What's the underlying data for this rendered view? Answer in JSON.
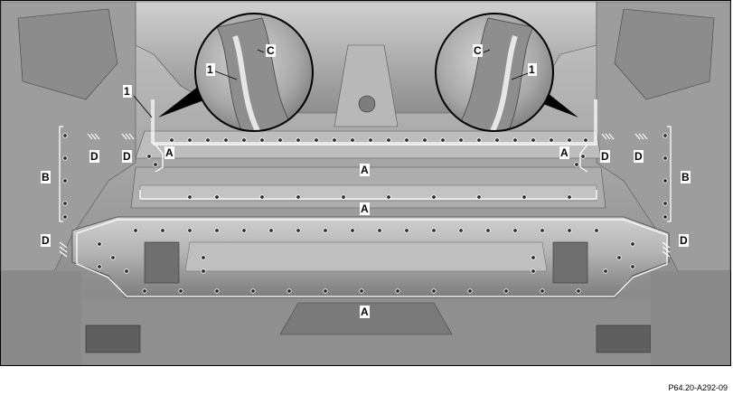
{
  "figure": {
    "code": "P64.20-A292-09",
    "background_color": "#ffffff",
    "body_color": "#a9a9a9",
    "line_color": "#000000"
  },
  "callouts": {
    "part_1": "1",
    "A": "A",
    "B": "B",
    "C": "C",
    "D": "D"
  }
}
